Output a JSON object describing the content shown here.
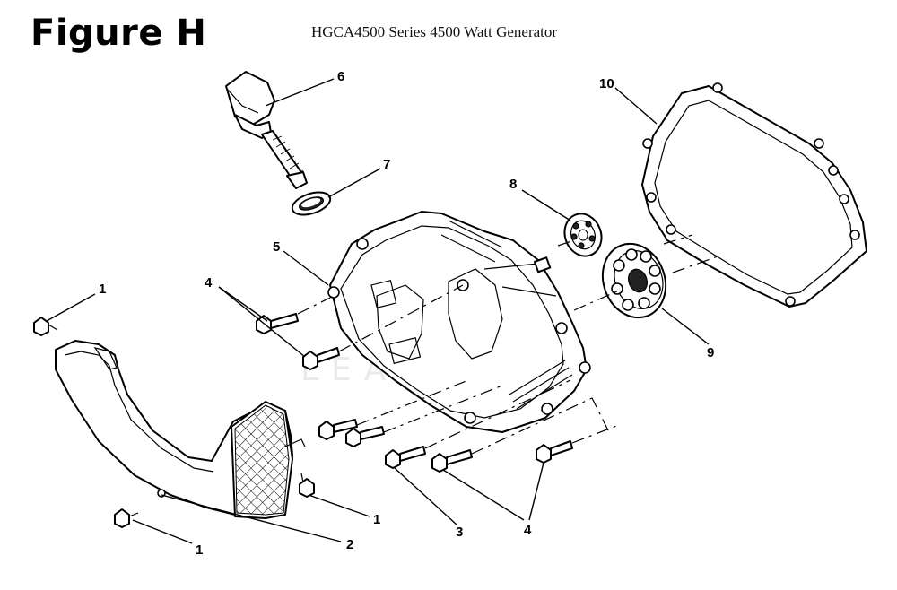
{
  "figure": {
    "title": "Figure H",
    "subtitle": "HGCA4500 Series 4500 Watt Generator"
  },
  "watermark": "LEADV",
  "callouts": {
    "c1a": "1",
    "c1b": "1",
    "c1c": "1",
    "c2": "2",
    "c3": "3",
    "c4a": "4",
    "c4b": "4",
    "c5": "5",
    "c6": "6",
    "c7": "7",
    "c8": "8",
    "c9": "9",
    "c10": "10"
  }
}
